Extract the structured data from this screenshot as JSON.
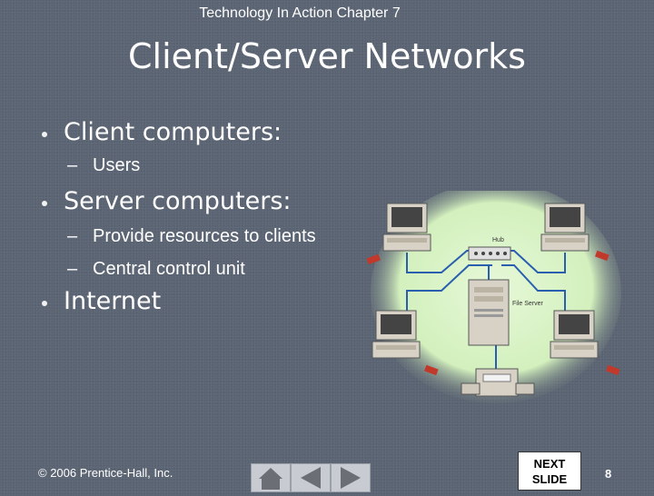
{
  "slide": {
    "header": "Technology In Action Chapter 7",
    "title": "Client/Server Networks",
    "bullets": [
      {
        "text": "Client computers:",
        "subs": [
          "Users"
        ]
      },
      {
        "text": "Server computers:",
        "subs": [
          "Provide resources to clients",
          "Central control unit"
        ]
      },
      {
        "text": "Internet",
        "subs": []
      }
    ],
    "diagram": {
      "hub_label": "Hub",
      "server_label": "File Server",
      "bg_color": "#dff5cf",
      "cable_color": "#2a5fb0"
    },
    "footer": {
      "copyright": "© 2006 Prentice-Hall, Inc.",
      "next_slide": [
        "NEXT",
        "SLIDE"
      ],
      "page_number": "8"
    },
    "nav_icons": [
      "home-icon",
      "back-arrow-icon",
      "forward-arrow-icon"
    ]
  }
}
